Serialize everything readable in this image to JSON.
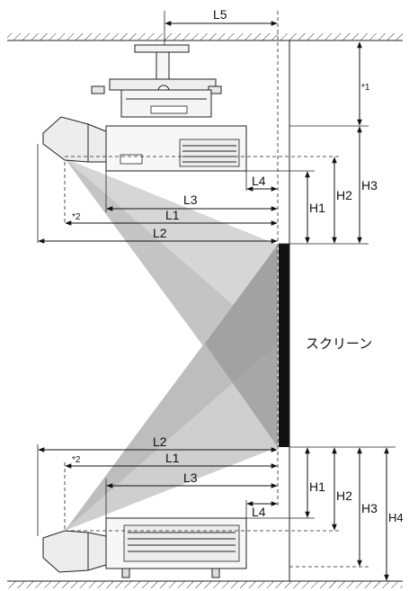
{
  "labels": {
    "L1_top": "L1",
    "L2_top": "L2",
    "L3_top": "L3",
    "L4_top": "L4",
    "L5": "L5",
    "H1_top": "H1",
    "H2_top": "H2",
    "H3_top": "H3",
    "note1": "*1",
    "note2_top": "*2",
    "L1_bot": "L1",
    "L2_bot": "L2",
    "L3_bot": "L3",
    "L4_bot": "L4",
    "H1_bot": "H1",
    "H2_bot": "H2",
    "H3_bot": "H3",
    "H4": "H4",
    "note2_bot": "*2",
    "screen": "スクリーン"
  }
}
